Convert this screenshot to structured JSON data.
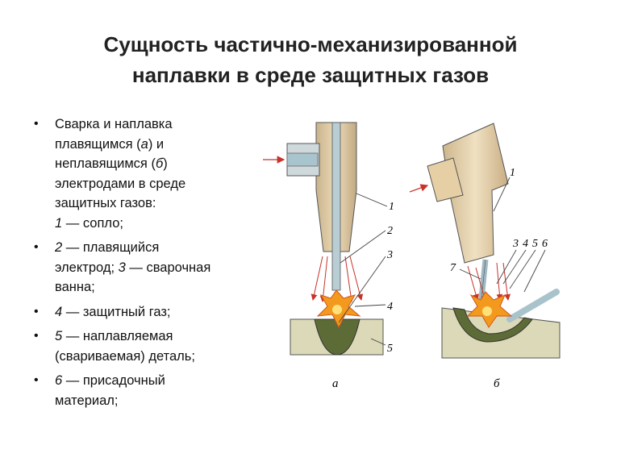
{
  "title": {
    "line1": "Сущность частично-механизированной",
    "line2": "наплавки в среде защитных газов"
  },
  "bullets": [
    {
      "parts": [
        {
          "t": "Сварка и наплавка"
        },
        {
          "br": true
        },
        {
          "t": "плавящимся ("
        },
        {
          "t": "а",
          "i": true
        },
        {
          "t": ") и"
        },
        {
          "br": true
        },
        {
          "t": "неплавящимся ("
        },
        {
          "t": "б",
          "i": true
        },
        {
          "t": ")"
        },
        {
          "br": true
        },
        {
          "t": "электродами в среде"
        },
        {
          "br": true
        },
        {
          "t": "защитных газов:"
        },
        {
          "br": true
        },
        {
          "t": "1",
          "i": true
        },
        {
          "t": " — сопло;"
        }
      ]
    },
    {
      "parts": [
        {
          "t": "2",
          "i": true
        },
        {
          "t": " — плавящийся"
        },
        {
          "br": true
        },
        {
          "t": "электрод; "
        },
        {
          "t": "3",
          "i": true
        },
        {
          "t": " — сварочная"
        },
        {
          "br": true
        },
        {
          "t": "ванна;"
        }
      ]
    },
    {
      "parts": [
        {
          "t": "4",
          "i": true
        },
        {
          "t": " — защитный газ;"
        }
      ]
    },
    {
      "parts": [
        {
          "t": " "
        },
        {
          "t": "5",
          "i": true
        },
        {
          "t": " — наплавляемая"
        },
        {
          "br": true
        },
        {
          "t": "(свариваемая) деталь;"
        }
      ]
    },
    {
      "parts": [
        {
          "t": "6",
          "i": true
        },
        {
          "t": " — присадочный"
        },
        {
          "br": true
        },
        {
          "t": "материал;"
        }
      ]
    }
  ],
  "figure": {
    "labels_a": [
      "1",
      "2",
      "3",
      "4",
      "5"
    ],
    "labels_b": [
      "1",
      "3",
      "4",
      "5",
      "6",
      "7"
    ],
    "caption_a": "а",
    "caption_b": "б"
  },
  "colors": {
    "metal": "#dcd9b8",
    "nozzle": "#e5cfa8",
    "electrode": "#b8cdd4",
    "pool": "#5d6b37",
    "flame": "#f39a1e",
    "arrow": "#c8322a"
  }
}
